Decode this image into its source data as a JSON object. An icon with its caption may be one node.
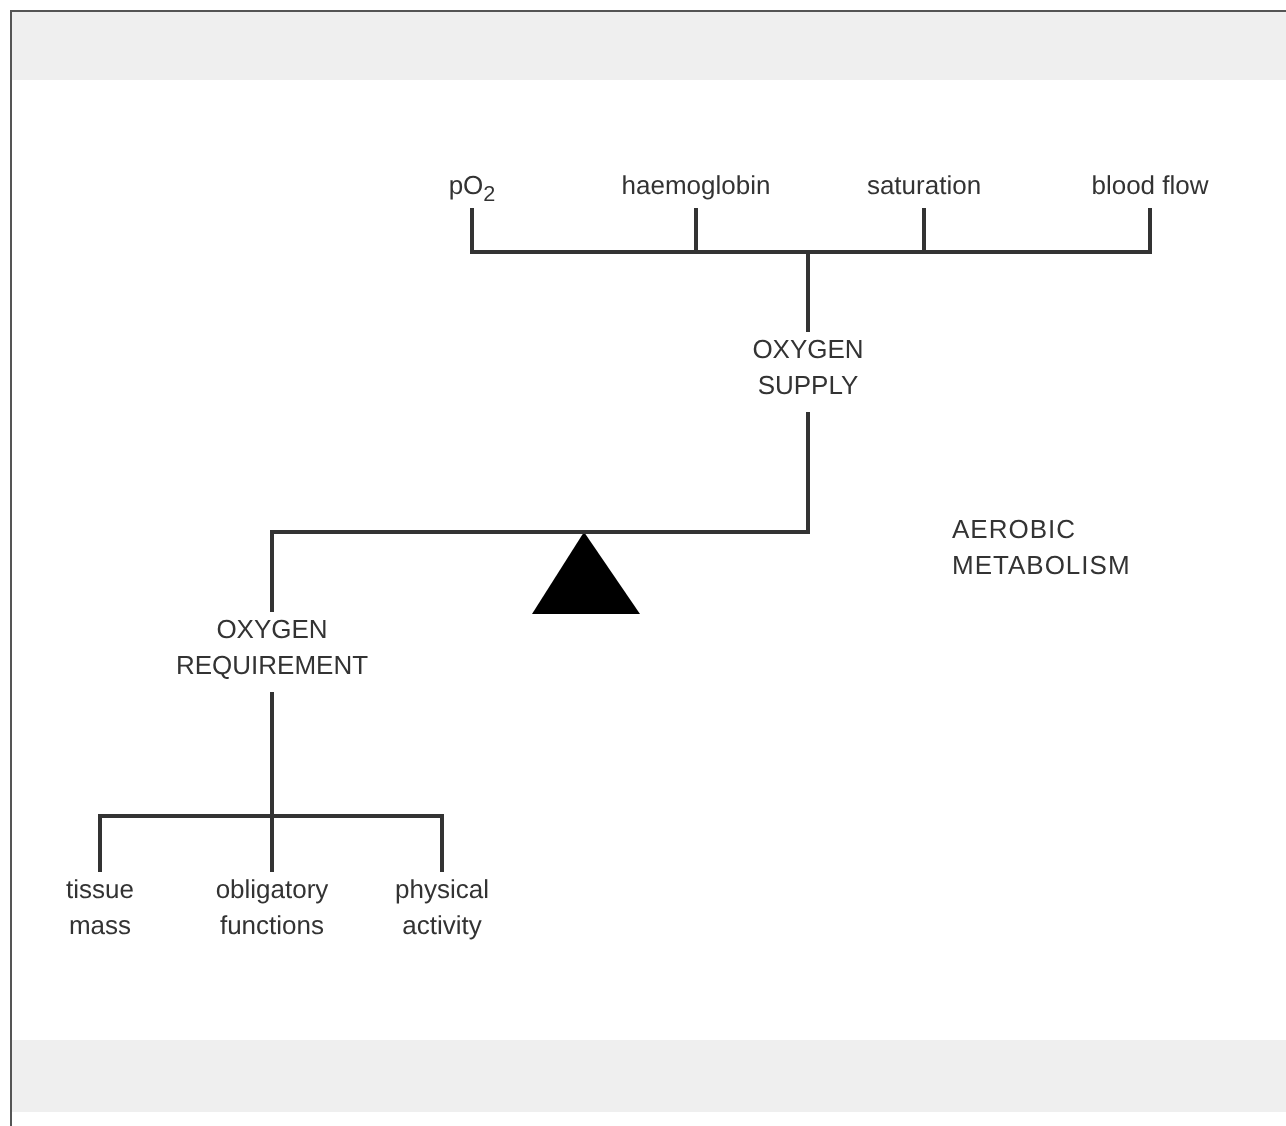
{
  "diagram": {
    "nodes": [
      {
        "text": [
          "pO$_{2}$"
        ]
      },
      {
        "text": [
          "haemoglobin"
        ]
      },
      {
        "text": [
          "saturation"
        ]
      },
      {
        "text": [
          "blood flow"
        ]
      },
      {
        "text": [
          "OXYGEN SUPPLY"
        ]
      },
      {
        "text": [
          "OXYGEN REQUIREMENT"
        ]
      },
      {
        "text": [
          "tissue mass"
        ]
      },
      {
        "text": [
          "obligatory functions"
        ]
      },
      {
        "text": [
          "physical activity"
        ]
      }
    ],
    "edges": [
      {
        "from": 0,
        "to": 4,
        "arrow": "none"
      },
      {
        "from": 1,
        "to": 4,
        "arrow": "none"
      },
      {
        "from": 2,
        "to": 4,
        "arrow": "none"
      },
      {
        "from": 3,
        "to": 4,
        "arrow": "none"
      },
      {
        "from": 4,
        "to": 5,
        "arrow": "none"
      },
      {
        "from": 5,
        "to": 6,
        "arrow": "none"
      },
      {
        "from": 5,
        "to": 7,
        "arrow": "none"
      },
      {
        "from": 5,
        "to": 8,
        "arrow": "none"
      }
    ],
    "labels": [
      "AEROBIC METABOLISM"
    ]
  }
}
